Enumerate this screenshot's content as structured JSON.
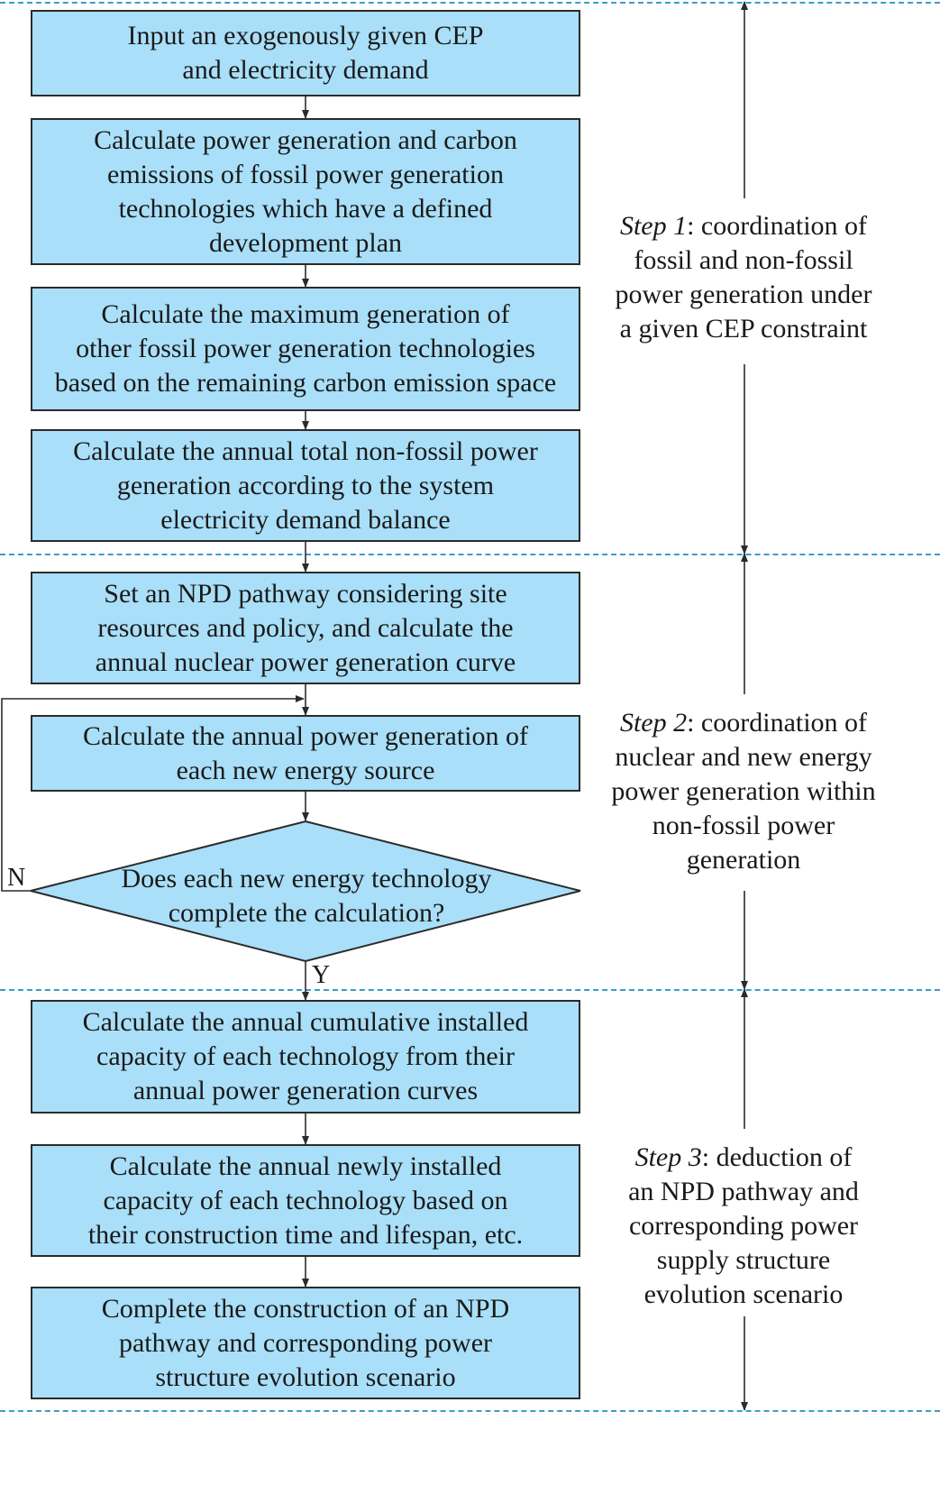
{
  "boxes": [
    {
      "id": "b1",
      "lines": [
        "Input an exogenously given CEP",
        "and electricity demand"
      ]
    },
    {
      "id": "b2",
      "lines": [
        "Calculate power generation and carbon",
        "emissions of fossil power generation",
        "technologies which have a defined",
        "development plan"
      ]
    },
    {
      "id": "b3",
      "lines": [
        "Calculate the maximum generation of",
        "other fossil power generation technologies",
        "based on the remaining carbon emission space"
      ]
    },
    {
      "id": "b4",
      "lines": [
        "Calculate the annual total non-fossil power",
        "generation according to the system",
        "electricity demand balance"
      ]
    },
    {
      "id": "b5",
      "lines": [
        "Set an NPD pathway considering site",
        "resources and policy, and calculate the",
        "annual nuclear power generation curve"
      ]
    },
    {
      "id": "b6",
      "lines": [
        "Calculate the annual power generation of",
        "each new energy source"
      ]
    },
    {
      "id": "b7",
      "lines": [
        "Calculate the annual cumulative installed",
        "capacity of each technology from their",
        "annual power generation curves"
      ]
    },
    {
      "id": "b8",
      "lines": [
        "Calculate the annual newly installed",
        "capacity of each technology based on",
        "their construction time and lifespan, etc."
      ]
    },
    {
      "id": "b9",
      "lines": [
        "Complete the construction of an NPD",
        "pathway and corresponding power",
        "structure evolution scenario"
      ]
    }
  ],
  "decision": {
    "lines": [
      "Does each new energy technology",
      "complete the calculation?"
    ],
    "no_label": "N",
    "yes_label": "Y"
  },
  "steps": [
    {
      "italic": "Step 1",
      "rest_first": ": coordination of",
      "lines": [
        "fossil and non-fossil",
        "power generation under",
        "a given CEP constraint"
      ]
    },
    {
      "italic": "Step 2",
      "rest_first": ": coordination of",
      "lines": [
        "nuclear and new energy",
        "power generation within",
        "non-fossil power",
        "generation"
      ]
    },
    {
      "italic": "Step 3",
      "rest_first": ": deduction of",
      "lines": [
        "an NPD pathway and",
        "corresponding power",
        "supply structure",
        "evolution scenario"
      ]
    }
  ],
  "colors": {
    "box_fill": "#a9dff8",
    "dash": "#3a9ec4",
    "line": "#2b2b2b"
  }
}
